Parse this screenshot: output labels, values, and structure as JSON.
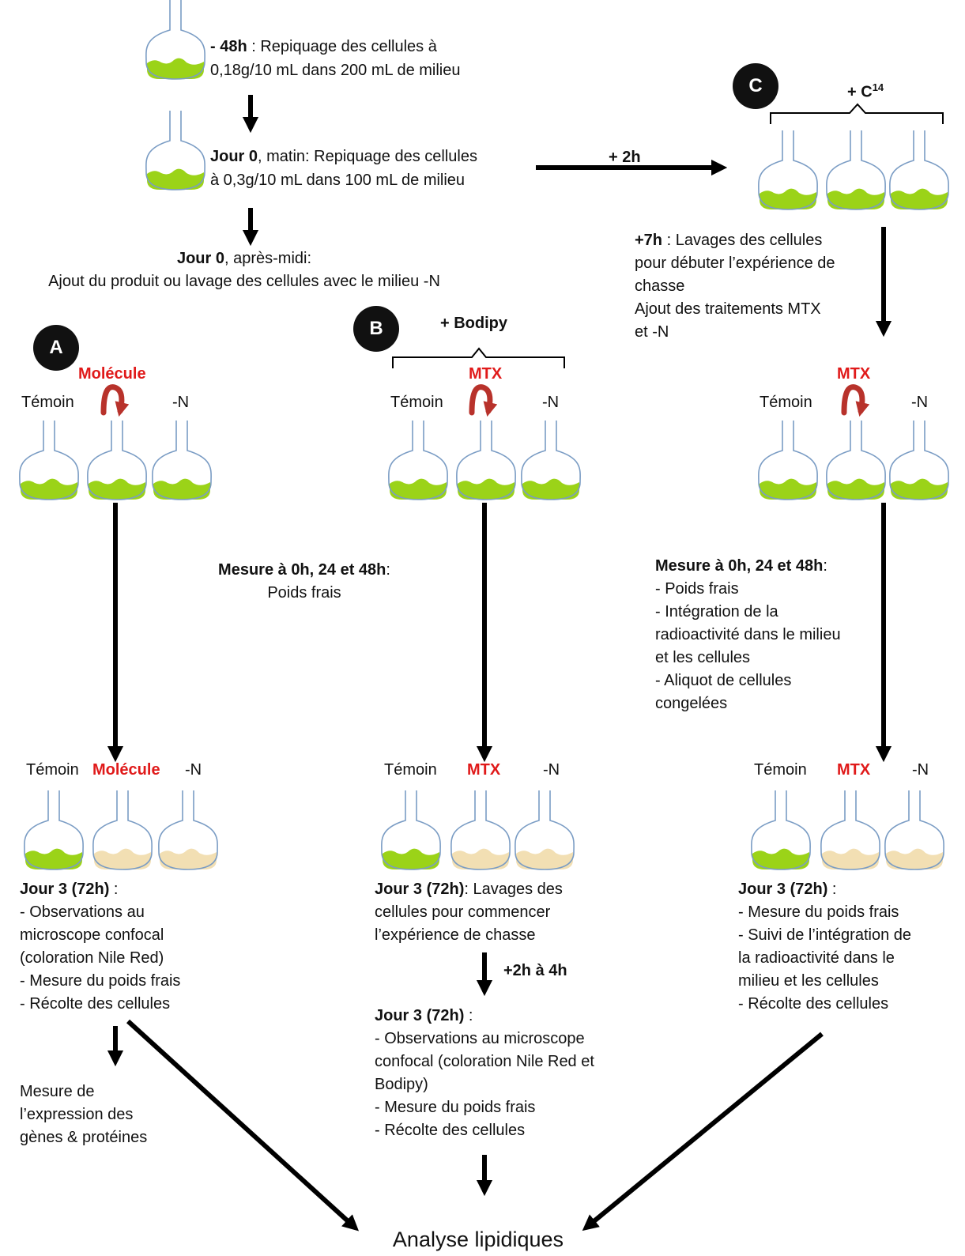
{
  "colors": {
    "green": "#9bd318",
    "beige": "#f2dfb3",
    "flask_outline": "#7a9cc4",
    "red_label": "#e01a1a",
    "arrow": "#000000"
  },
  "top": {
    "step1_time": "- 48h",
    "step1_line1": " :  Repiquage des cellules à",
    "step1_line2": "0,18g/10 mL dans 200 mL de milieu",
    "step2_day": "Jour 0",
    "step2_line1": ", matin: Repiquage des cellules",
    "step2_line2": "à 0,3g/10 mL dans 100 mL de milieu",
    "step3_day": "Jour 0",
    "step3_line1": ", après-midi:",
    "step3_line2": "Ajout du produit ou lavage des cellules avec le milieu -N",
    "arrow_label_2h": "+ 2h"
  },
  "panelA": {
    "badge": "A",
    "molecule": "Molécule",
    "temoin": "Témoin",
    "minusN": "-N",
    "bottom_temoin": "Témoin",
    "bottom_molecule": "Molécule",
    "bottom_minusN": "-N",
    "jour3_title": "Jour 3 (72h)",
    "jour3_colon": " :",
    "list": [
      "- Observations au",
      "microscope confocal",
      "(coloration Nile Red)",
      "- Mesure du poids frais",
      "-  Récolte des cellules"
    ],
    "expression": [
      "Mesure de",
      "l’expression des",
      "gènes & protéines"
    ]
  },
  "panelB": {
    "badge": "B",
    "bodipy": "+ Bodipy",
    "mtx": "MTX",
    "temoin": "Témoin",
    "minusN": "-N",
    "mesure_title": "Mesure à 0h, 24 et 48h",
    "mesure_colon": ":",
    "mesure_item": "Poids frais",
    "bottom_temoin": "Témoin",
    "bottom_mtx": "MTX",
    "bottom_minusN": "-N",
    "jour3a_title": "Jour 3 (72h)",
    "jour3a_rest1": ": Lavages des",
    "jour3a_line2": "cellules pour commencer",
    "jour3a_line3": "l’expérience de chasse",
    "arrow_label": "+2h à 4h",
    "jour3b_title": "Jour 3 (72h)",
    "jour3b_colon": " :",
    "list": [
      "- Observations au microscope",
      "confocal (coloration Nile Red et",
      "Bodipy)",
      "- Mesure du poids frais",
      "- Récolte des cellules"
    ]
  },
  "panelC": {
    "badge": "C",
    "c14_base": "+ C",
    "c14_sup": "14",
    "step_time": "+7h",
    "step_line1": " : Lavages des cellules",
    "step_lines": [
      "pour débuter l’expérience de",
      "chasse",
      "Ajout des traitements MTX",
      "et -N"
    ],
    "mtx": "MTX",
    "temoin": "Témoin",
    "minusN": "-N",
    "mesure_title": "Mesure à 0h, 24 et 48h",
    "mesure_colon": ":",
    "mesure_list": [
      "- Poids frais",
      "- Intégration de la",
      "radioactivité dans le milieu",
      "et les cellules",
      "- Aliquot de cellules",
      "congelées"
    ],
    "bottom_temoin": "Témoin",
    "bottom_mtx": "MTX",
    "bottom_minusN": "-N",
    "jour3_title": "Jour 3 (72h)",
    "jour3_colon": " :",
    "list": [
      "- Mesure du poids frais",
      "-  Suivi de l’intégration de",
      "la radioactivité dans le",
      "milieu et les cellules",
      "- Récolte des cellules"
    ]
  },
  "final": {
    "label": "Analyse lipidiques"
  }
}
